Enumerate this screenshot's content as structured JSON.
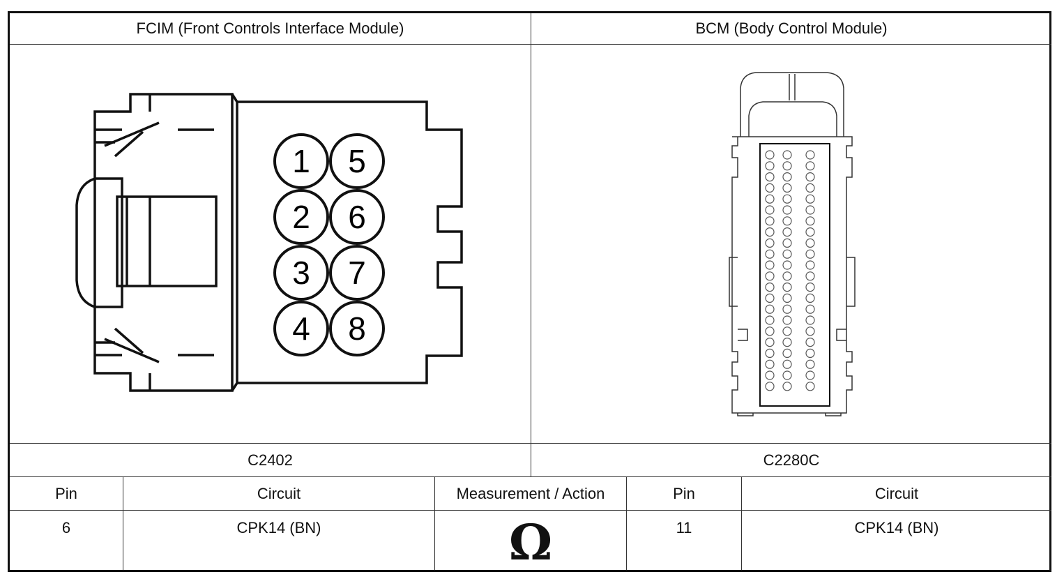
{
  "headers": {
    "left_module": "FCIM (Front Controls Interface Module)",
    "right_module": "BCM (Body Control Module)"
  },
  "connectors": {
    "left_id": "C2402",
    "right_id": "C2280C"
  },
  "fcim_pins": [
    "1",
    "2",
    "3",
    "4",
    "5",
    "6",
    "7",
    "8"
  ],
  "table": {
    "columns": [
      "Pin",
      "Circuit",
      "Measurement / Action",
      "Pin",
      "Circuit"
    ],
    "rows": [
      {
        "pin_left": "6",
        "circuit_left": "CPK14 (BN)",
        "measurement": "Ω",
        "pin_right": "11",
        "circuit_right": "CPK14 (BN)"
      }
    ]
  }
}
